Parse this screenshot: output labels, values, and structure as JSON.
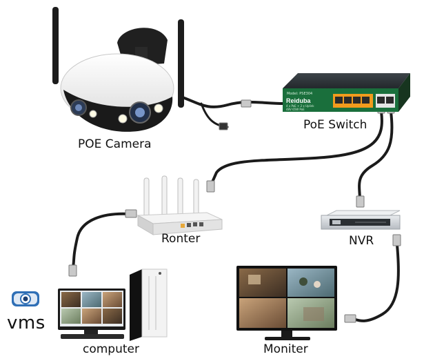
{
  "labels": {
    "camera": "POE Camera",
    "switch": "PoE Switch",
    "router": "Ronter",
    "nvr": "NVR",
    "vms": "vms",
    "computer": "computer",
    "monitor": "Moniter"
  },
  "switch_panel": {
    "brand": "Reiduba",
    "model": "Model: PSE304",
    "spec_line1": "4 x PoE + 2 x Uplink",
    "spec_line2": "48V 65W PoE"
  },
  "colors": {
    "cable": "#1b1b1b",
    "switch_front": "#1a6f3c",
    "poe_ports": "#f29b1d",
    "nvr_body": "#cfd3d8"
  }
}
